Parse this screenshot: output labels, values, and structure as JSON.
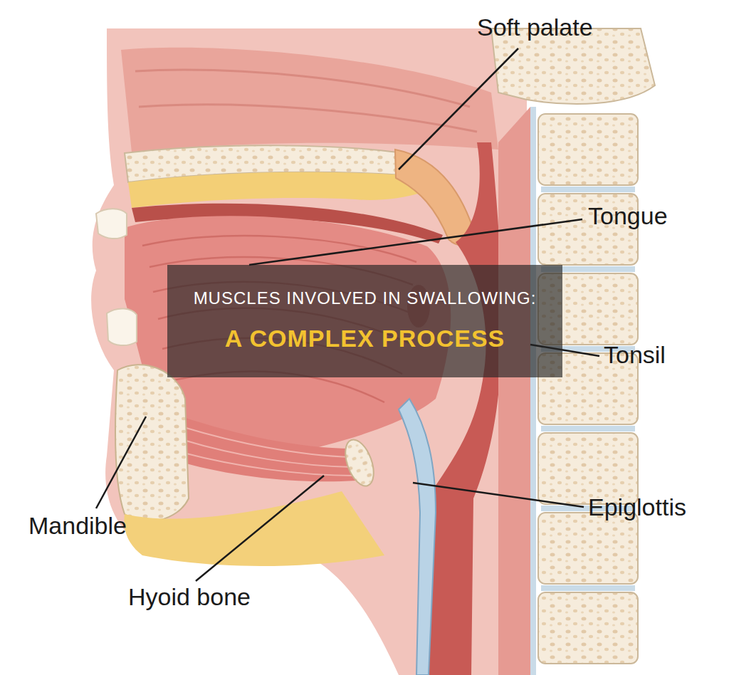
{
  "diagram": {
    "title": "MUSCLES INVOLVED IN SWALLOWING:",
    "caption": "A COMPLEX PROCESS",
    "labels": [
      "Soft palate",
      "Tongue",
      "Tonsil",
      "Epiglottis",
      "Mandible",
      "Hyoid bone"
    ]
  }
}
